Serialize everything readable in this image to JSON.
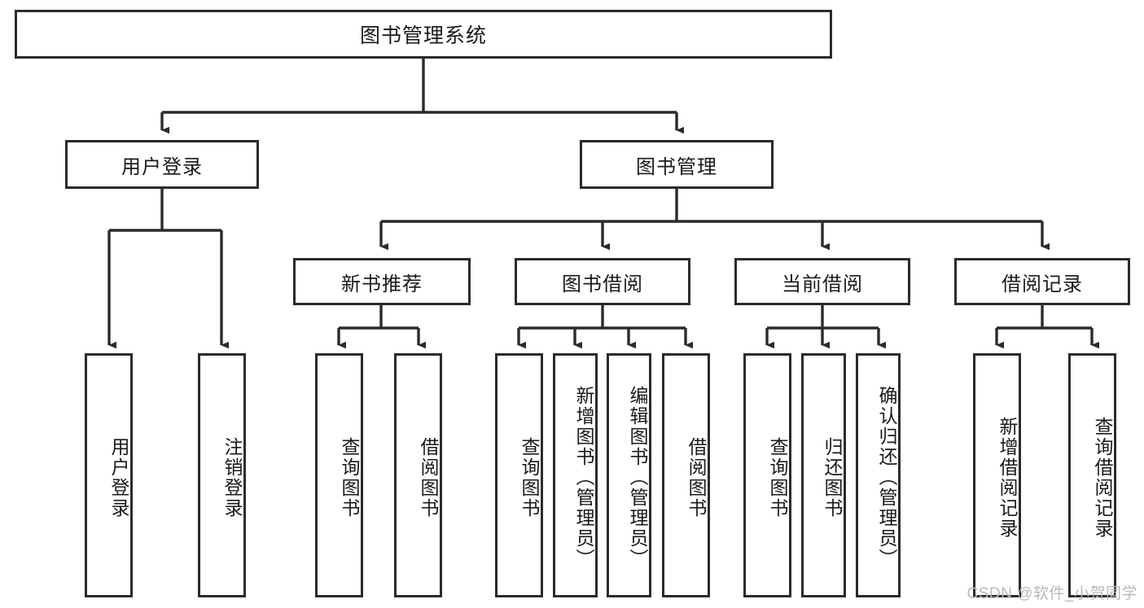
{
  "diagram": {
    "title": "图书管理系统",
    "type": "tree-hierarchy-diagram",
    "colors": {
      "stroke": "#2b2b2b",
      "fill": "#ffffff",
      "text": "#1a1a1a",
      "watermark": "#b9b9b9"
    },
    "root": {
      "label": "图书管理系统"
    },
    "level1": [
      {
        "label": "用户登录"
      },
      {
        "label": "图书管理"
      }
    ],
    "level2": [
      {
        "label": "新书推荐"
      },
      {
        "label": "图书借阅"
      },
      {
        "label": "当前借阅"
      },
      {
        "label": "借阅记录"
      }
    ],
    "leaves": {
      "user_login": [
        {
          "label": "用户登录"
        },
        {
          "label": "注销登录"
        }
      ],
      "new_book_recommend": [
        {
          "label": "查询图书"
        },
        {
          "label": "借阅图书"
        }
      ],
      "book_borrow": [
        {
          "label": "查询图书"
        },
        {
          "label": "新增图书（管理员）"
        },
        {
          "label": "编辑图书（管理员）"
        },
        {
          "label": "借阅图书"
        }
      ],
      "current_borrow": [
        {
          "label": "查询图书"
        },
        {
          "label": "归还图书"
        },
        {
          "label": "确认归还（管理员）"
        }
      ],
      "borrow_record": [
        {
          "label": "新增借阅记录"
        },
        {
          "label": "查询借阅记录"
        }
      ]
    }
  },
  "watermark": {
    "text": "CSDN @软件_小贺同学"
  }
}
